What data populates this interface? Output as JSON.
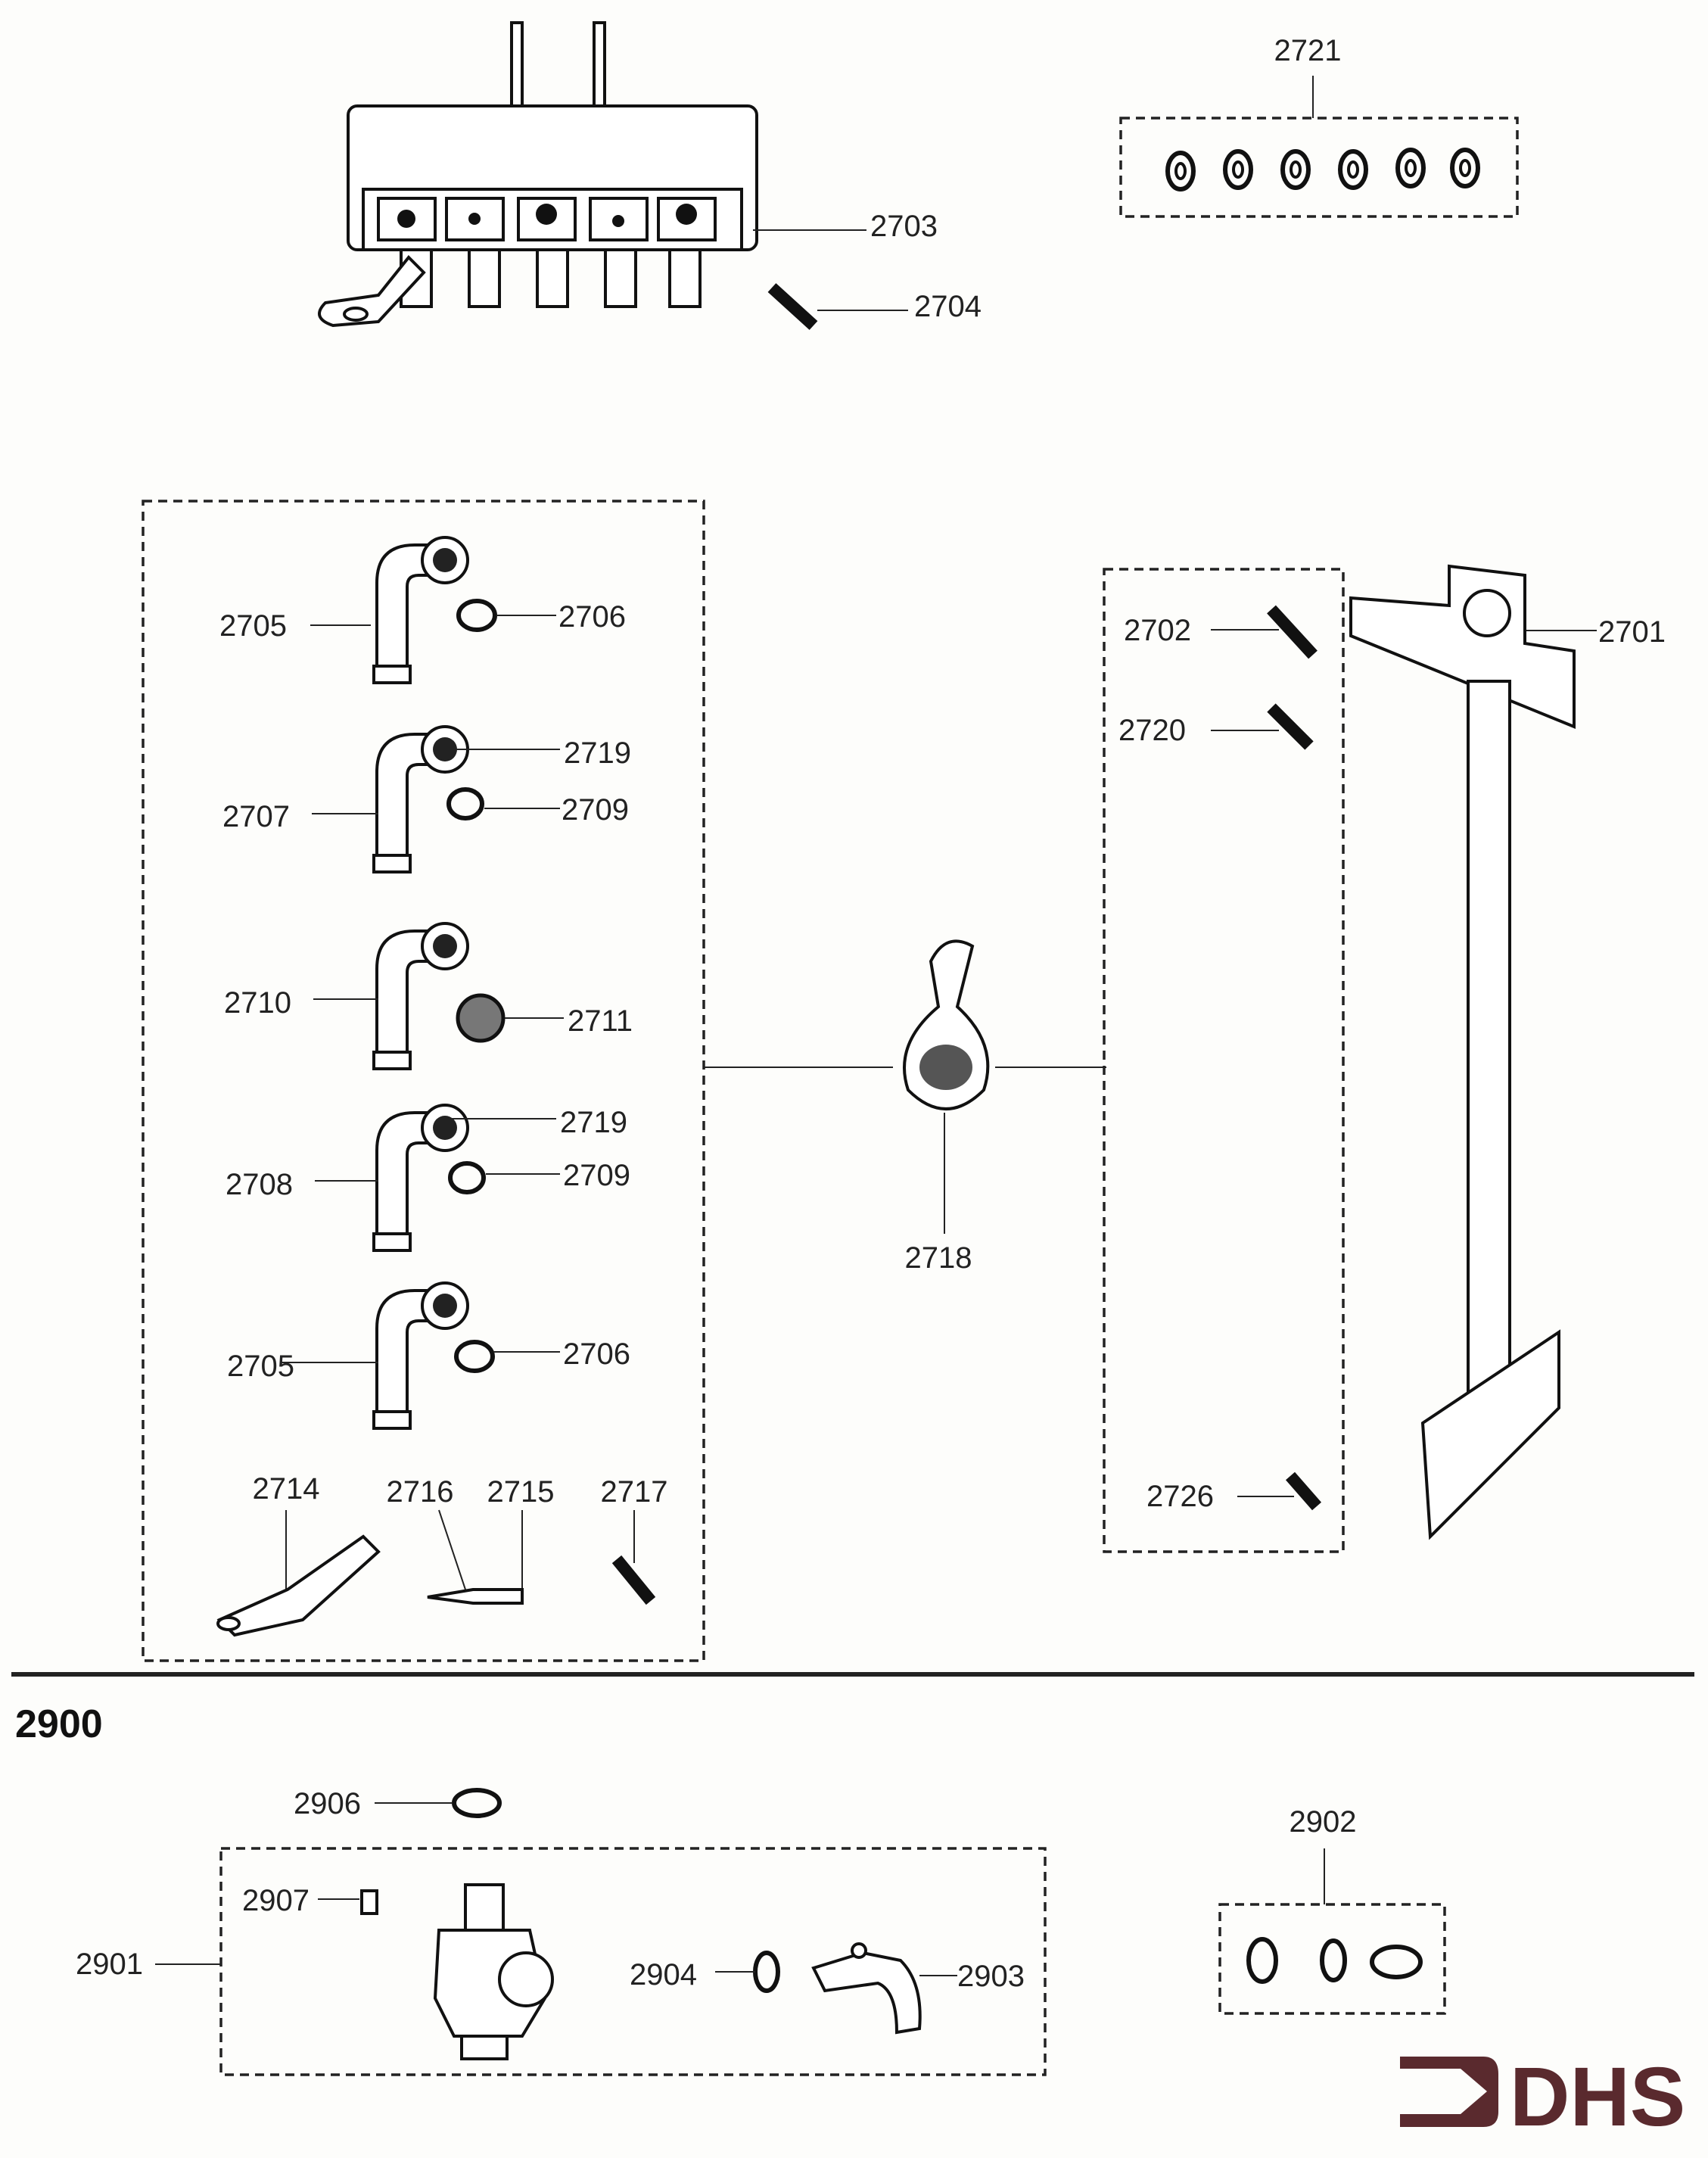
{
  "section_title": "2900",
  "callouts": [
    "2721",
    "2703",
    "2704",
    "2705",
    "2706",
    "2719",
    "2707",
    "2709",
    "2710",
    "2711",
    "2719",
    "2708",
    "2709",
    "2705",
    "2706",
    "2714",
    "2716",
    "2715",
    "2717",
    "2718",
    "2702",
    "2720",
    "2701",
    "2726",
    "2906",
    "2902",
    "2907",
    "2901",
    "2904",
    "2903"
  ],
  "logo": {
    "text": "DHS",
    "color": "#5a2a2e"
  }
}
